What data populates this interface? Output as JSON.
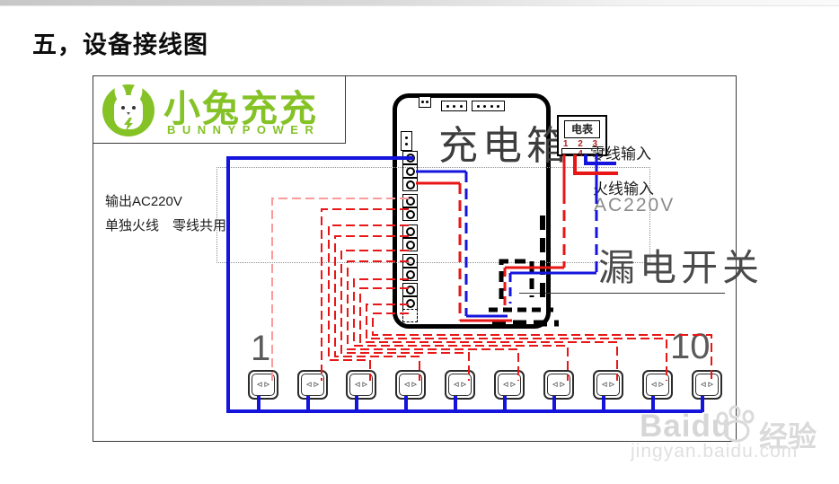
{
  "page": {
    "title": "五，设备接线图"
  },
  "logo": {
    "name": "小兔充充",
    "subtitle": "BUNNYPOWER"
  },
  "diagram": {
    "charging_box_label": "充电箱",
    "meter": {
      "label": "电表",
      "terminals": "1 2 3 4"
    },
    "labels": {
      "neutral_input": "零线输入",
      "live_input": "火线输入",
      "ac_voltage": "AC220V",
      "leakage_switch": "漏电开关"
    },
    "output_note": {
      "line1": "输出AC220V",
      "line2": "单独火线　零线共用"
    },
    "sockets": {
      "count": 10,
      "first_label": "1",
      "last_label": "10"
    },
    "colors": {
      "live_wire": "#e81717",
      "live_wire_light": "#ff9a9a",
      "neutral_wire": "#1414dd",
      "black_wire": "#000000"
    }
  },
  "watermark": {
    "brand": "Baidu",
    "brand_suffix": "经验",
    "domain": "jingyan.baidu.com"
  }
}
